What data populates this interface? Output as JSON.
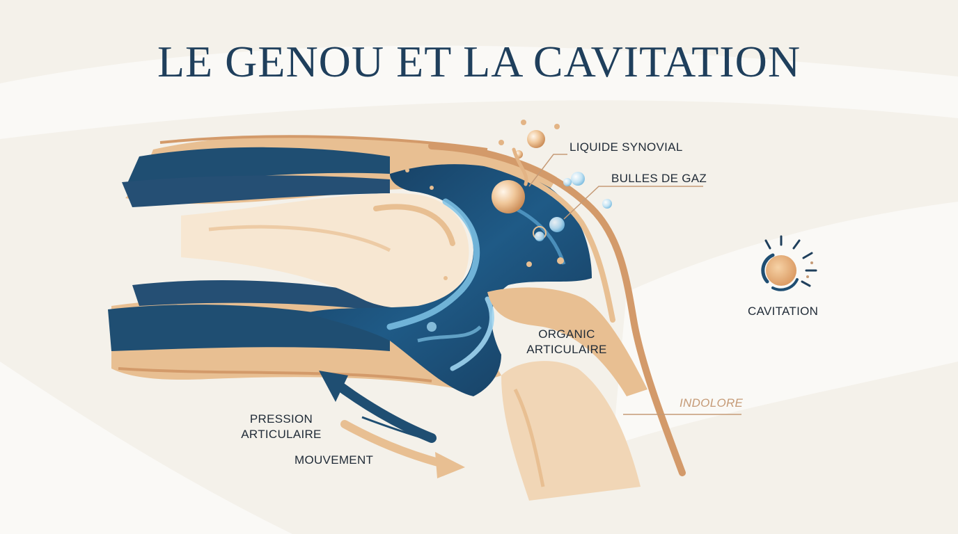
{
  "title": "LE GENOU ET LA CAVITATION",
  "labels": {
    "liquide": "LIQUIDE SYNOVIAL",
    "bulles": "BULLES DE GAZ",
    "cavitation": "CAVITATION",
    "organic_line1": "ORGANIC",
    "organic_line2": "ARTICULAIRE",
    "indolore": "INDOLORE",
    "pression_line1": "PRESSION",
    "pression_line2": "ARTICULAIRE",
    "mouvement": "MOUVEMENT"
  },
  "colors": {
    "background": "#f4f1ea",
    "navy": "#1f4e72",
    "deep_blue": "#15395a",
    "light_blue": "#7fc3e6",
    "peach": "#e8bf92",
    "peach_dark": "#d39a6a",
    "text": "#1f2a36",
    "title": "#1f3f5c"
  }
}
